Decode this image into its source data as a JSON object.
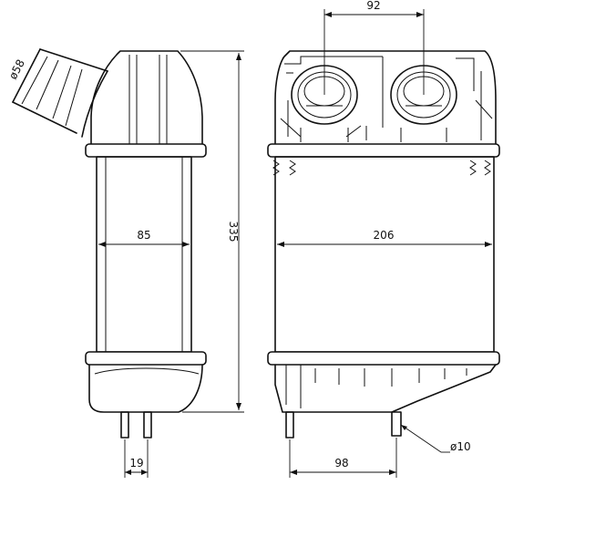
{
  "dimensions": {
    "outlet_diameter": "ø58",
    "core_depth": "85",
    "overall_height": "335",
    "pipe_spacing": "92",
    "core_width": "206",
    "pin_spacing": "19",
    "pin_offset": "98",
    "pin_diameter": "ø10"
  }
}
